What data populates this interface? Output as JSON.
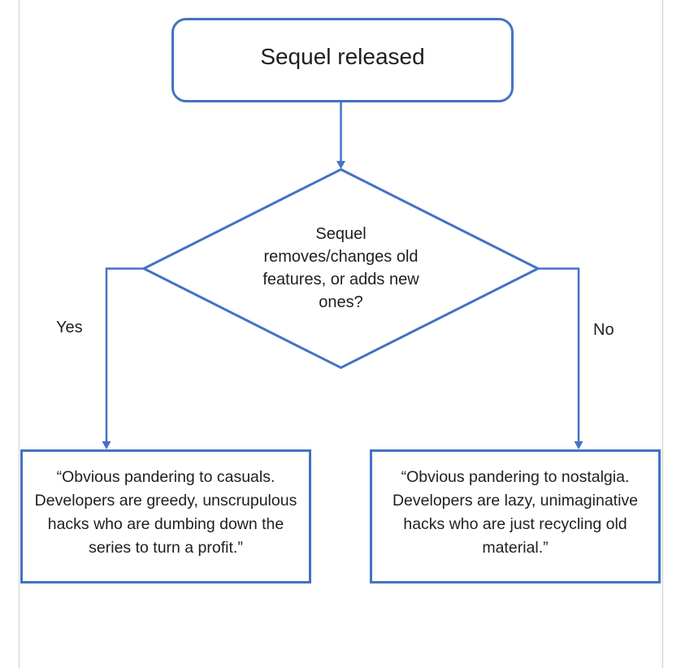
{
  "colors": {
    "accent": "#4472C4",
    "page_edge": "#D0CECE",
    "text": "#1F1F1F",
    "background": "#FFFFFF"
  },
  "flowchart": {
    "start": {
      "label": "Sequel released"
    },
    "decision": {
      "lines": [
        "Sequel",
        "removes/changes old",
        "features, or adds new",
        "ones?"
      ]
    },
    "branches": {
      "yes": "Yes",
      "no": "No"
    },
    "outcome_yes": {
      "lines": [
        "“Obvious pandering to casuals.",
        "Developers are greedy, unscrupulous",
        "hacks who are dumbing down the",
        "series to turn a profit.”"
      ]
    },
    "outcome_no": {
      "lines": [
        "“Obvious pandering to nostalgia.",
        "Developers are lazy, unimaginative",
        "hacks who are just recycling old",
        "material.”"
      ]
    }
  }
}
